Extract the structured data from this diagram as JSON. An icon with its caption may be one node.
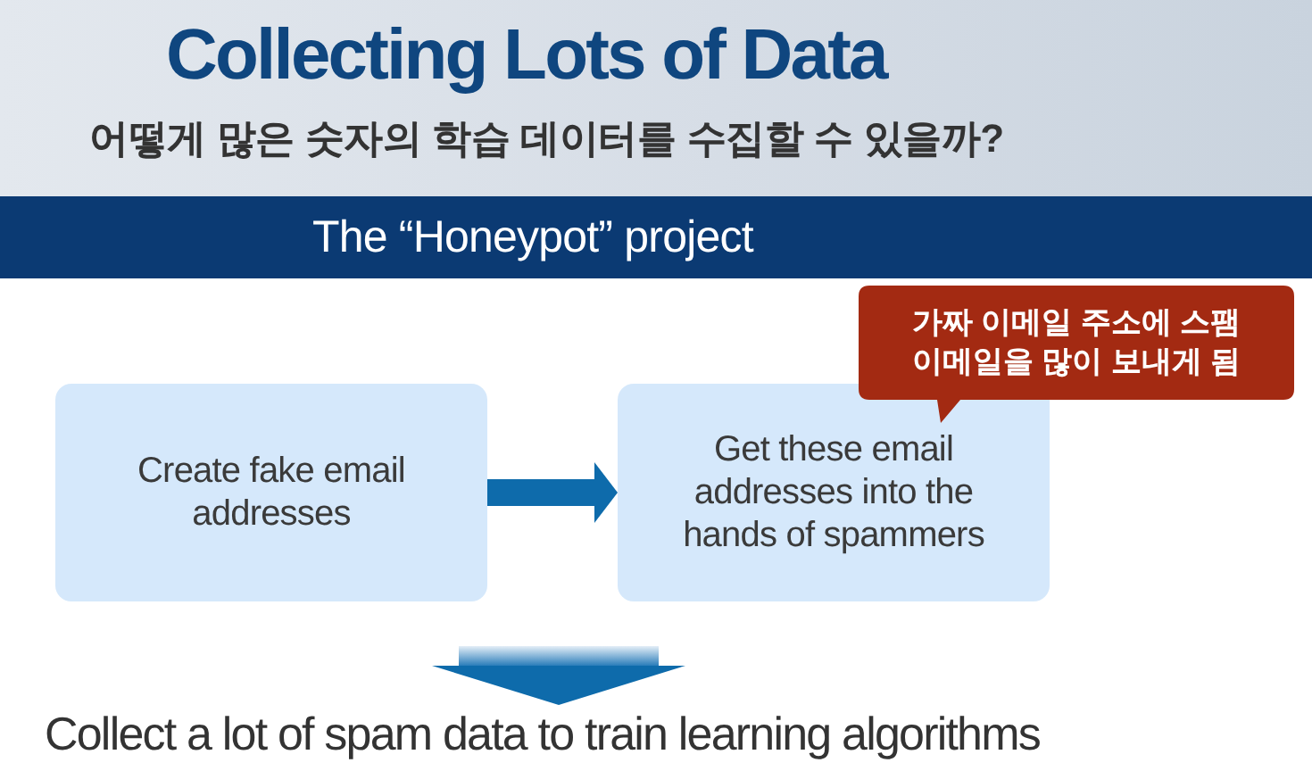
{
  "diagram": {
    "title": "Collecting Lots of Data",
    "nodes": [
      {
        "text": [
          "The “Honeypot” project"
        ]
      },
      {
        "text": [
          "Create fake email addresses"
        ]
      },
      {
        "text": [
          "Get these email addresses into the hands of spammers"
        ]
      },
      {
        "text": [
          "가짜 이메일 주소에 스팸 이메일을 많이 보내게 됨"
        ]
      },
      {
        "text": [
          "Collect a lot of spam data to train learning algorithms"
        ]
      }
    ],
    "edges": [
      {
        "from": 1,
        "to": 2,
        "arrow": "to"
      },
      {
        "from": null,
        "to": 4,
        "arrow": "to"
      }
    ],
    "labels": [
      "어떻게 많은 숫자의 학습 데이터를 수집할 수 있을까?"
    ]
  }
}
